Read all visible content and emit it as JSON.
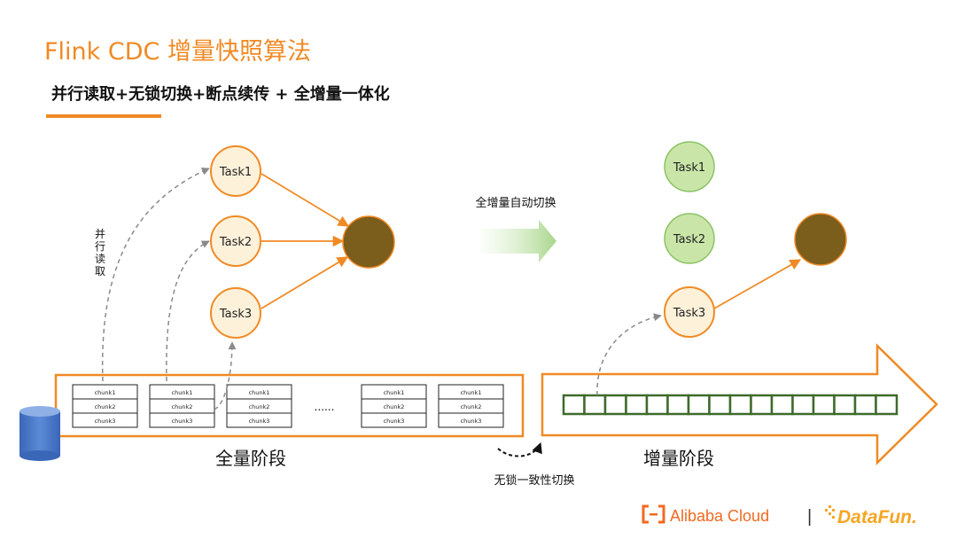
{
  "title": "Flink CDC 增量快照算法",
  "subtitle": "并行读取+无锁切换+断点续传 + 全增量一体化",
  "left": {
    "tasks": [
      "Task1",
      "Task2",
      "Task3"
    ],
    "parallel_read_label": [
      "并",
      "行",
      "读",
      "取"
    ],
    "chunk_groups": [
      [
        "chunk1",
        "chunk2",
        "chunk3"
      ],
      [
        "chunk1",
        "chunk2",
        "chunk3"
      ],
      [
        "chunk1",
        "chunk2",
        "chunk3"
      ],
      [
        "chunk1",
        "chunk2",
        "chunk3"
      ],
      [
        "chunk1",
        "chunk2",
        "chunk3"
      ]
    ],
    "ellipsis": "......",
    "stage_label": "全量阶段"
  },
  "transition": {
    "auto_switch_label": "全增量自动切换",
    "lockless_switch_label": "无锁一致性切换"
  },
  "right": {
    "tasks": [
      "Task1",
      "Task2",
      "Task3"
    ],
    "stage_label": "增量阶段",
    "log_cell_count": 16
  },
  "footer": {
    "alibaba_cloud": "Alibaba Cloud",
    "separator": "|",
    "datafun": "DataFun."
  },
  "colors": {
    "accent_orange": "#F08A24",
    "task_fill": "#FDF1DA",
    "sink_fill": "#7B5D1C",
    "green_task_fill": "#C9E6A8",
    "green_task_stroke": "#8CC366",
    "log_green": "#3E6B2B",
    "db_blue": "#4472C4",
    "arrow_gray": "#8A8A8A"
  }
}
